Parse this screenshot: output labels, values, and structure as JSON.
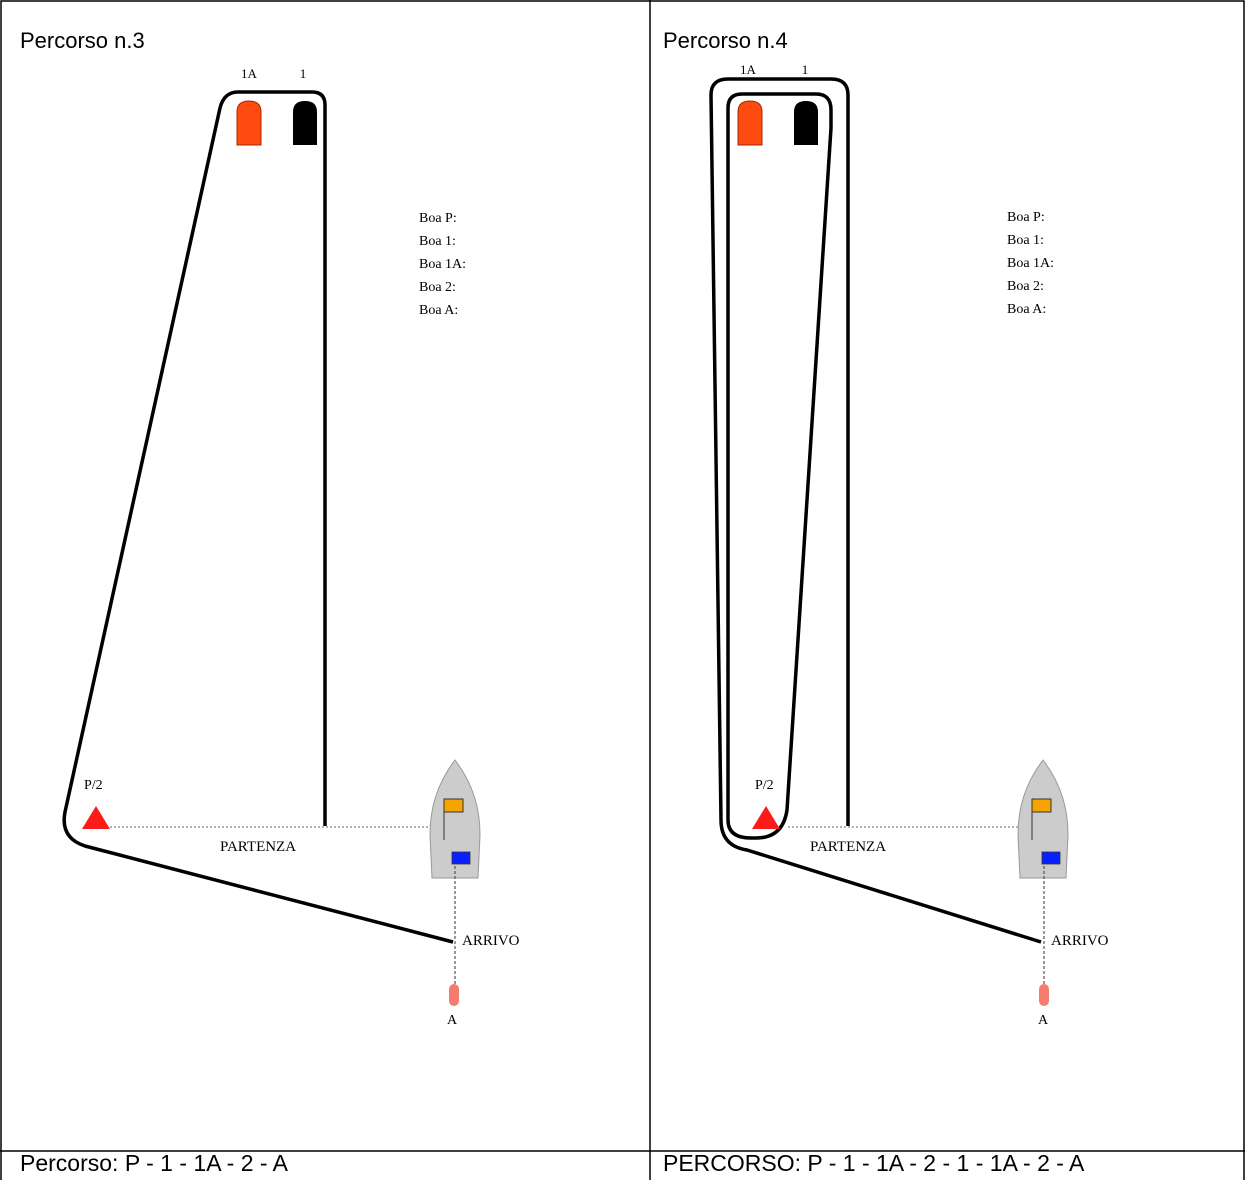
{
  "panels": [
    {
      "title": "Percorso n.3",
      "mark_labels": {
        "mark_1a": "1A",
        "mark_1": "1",
        "start_mark": "P/2",
        "finish_mark": "A"
      },
      "line_labels": {
        "start": "PARTENZA",
        "finish": "ARRIVO"
      },
      "legend": [
        "Boa P:",
        "Boa 1:",
        "Boa 1A:",
        "Boa 2:",
        "Boa A:"
      ],
      "caption": "Percorso:  P - 1 - 1A - 2 - A"
    },
    {
      "title": "Percorso n.4",
      "mark_labels": {
        "mark_1a": "1A",
        "mark_1": "1",
        "start_mark": "P/2",
        "finish_mark": "A"
      },
      "line_labels": {
        "start": "PARTENZA",
        "finish": "ARRIVO"
      },
      "legend": [
        "Boa P:",
        "Boa 1:",
        "Boa 1A:",
        "Boa 2:",
        "Boa A:"
      ],
      "caption": "PERCORSO:  P - 1 - 1A - 2 - 1 - 1A - 2 - A"
    }
  ],
  "colors": {
    "mark_1a": "#ff4a10",
    "mark_1": "#000000",
    "start_mark": "#ff1a1a",
    "finish_mark": "#f57c6e",
    "committee_boat": "#cccccc",
    "orange_flag": "#f7a300",
    "blue_flag": "#0a1fff",
    "route": "#000000"
  }
}
